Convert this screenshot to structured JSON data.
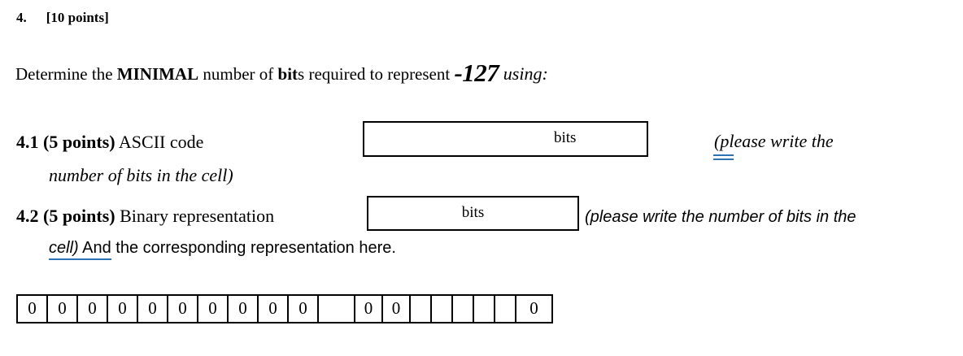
{
  "header": {
    "number": "4.",
    "points": "[10 points]"
  },
  "intro": {
    "part1": "Determine the ",
    "bold1": "MINIMAL",
    "part2": " number of ",
    "bold2": "bit",
    "part3": "s required to represent ",
    "value": "-127",
    "suffix": " using:"
  },
  "q41": {
    "label_bold": "4.1 (5 points)",
    "label_text": " ASCII code",
    "box_value": "bits",
    "note": "(please write the",
    "note_line2": "number of bits in the cell)"
  },
  "q42": {
    "label_bold": "4.2 (5 points)",
    "label_text": " Binary representation",
    "box_value": "bits",
    "note": "(please write the number of bits in the",
    "note2_underlined_italic": "cell)",
    "note2_underlined": " And",
    "note2_rest": " the corresponding representation here."
  },
  "answer_table": {
    "cells": [
      "0",
      "0",
      "0",
      "0",
      "0",
      "0",
      "0",
      "0",
      "0",
      "0",
      "",
      "0",
      "0",
      "",
      "",
      "",
      "",
      "",
      "0"
    ]
  },
  "colors": {
    "underline_blue": "#2e74b5",
    "text": "#000000"
  }
}
